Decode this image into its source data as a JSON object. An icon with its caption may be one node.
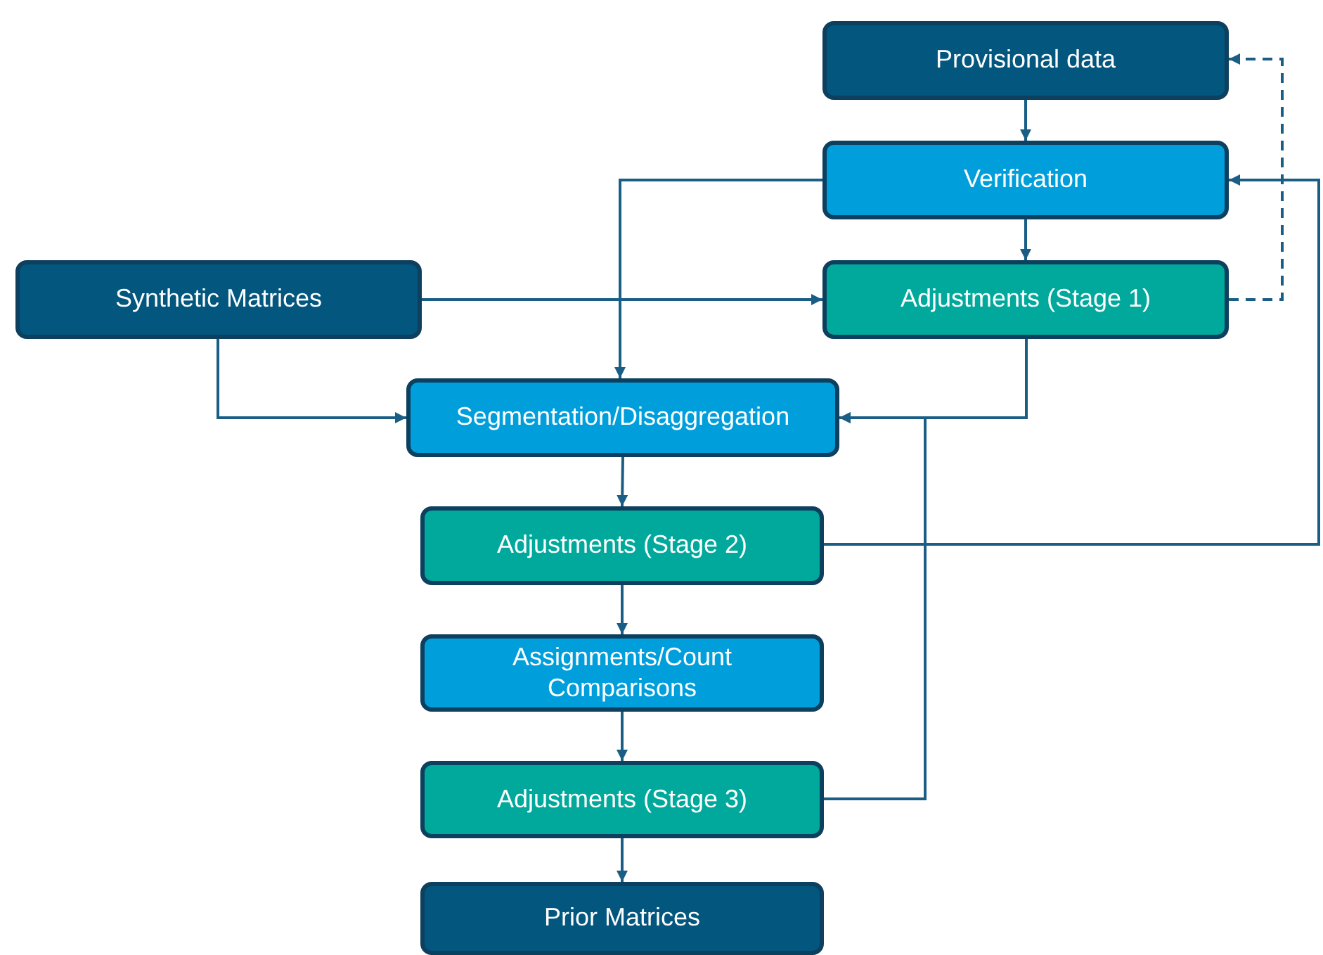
{
  "diagram": {
    "nodes": [
      {
        "text": [
          "Provisional data"
        ]
      },
      {
        "text": [
          "Verification"
        ]
      },
      {
        "text": [
          "Synthetic Matrices"
        ]
      },
      {
        "text": [
          "Adjustments (Stage 1)"
        ]
      },
      {
        "text": [
          "Segmentation/Disaggregation"
        ]
      },
      {
        "text": [
          "Adjustments (Stage 2)"
        ]
      },
      {
        "text": [
          "Assignments/Count Comparisons"
        ]
      },
      {
        "text": [
          "Adjustments (Stage 3)"
        ]
      },
      {
        "text": [
          "Prior Matrices"
        ]
      }
    ],
    "edges": [
      {
        "from": 0,
        "to": 1,
        "arrow": "to"
      },
      {
        "from": 1,
        "to": 3,
        "arrow": "to"
      },
      {
        "from": 1,
        "to": 4,
        "arrow": "to"
      },
      {
        "from": 2,
        "to": 3,
        "arrow": "to"
      },
      {
        "from": 2,
        "to": 4,
        "arrow": "to"
      },
      {
        "from": 3,
        "to": 4,
        "arrow": "to"
      },
      {
        "from": 3,
        "to": 0,
        "arrow": "to",
        "style": "dashed"
      },
      {
        "from": 5,
        "to": 1,
        "arrow": "to"
      },
      {
        "from": 7,
        "to": 4,
        "arrow": "to"
      },
      {
        "from": 4,
        "to": 5,
        "arrow": "to"
      },
      {
        "from": 5,
        "to": 6,
        "arrow": "to"
      },
      {
        "from": 6,
        "to": 7,
        "arrow": "to"
      },
      {
        "from": 7,
        "to": 8,
        "arrow": "to"
      }
    ]
  }
}
